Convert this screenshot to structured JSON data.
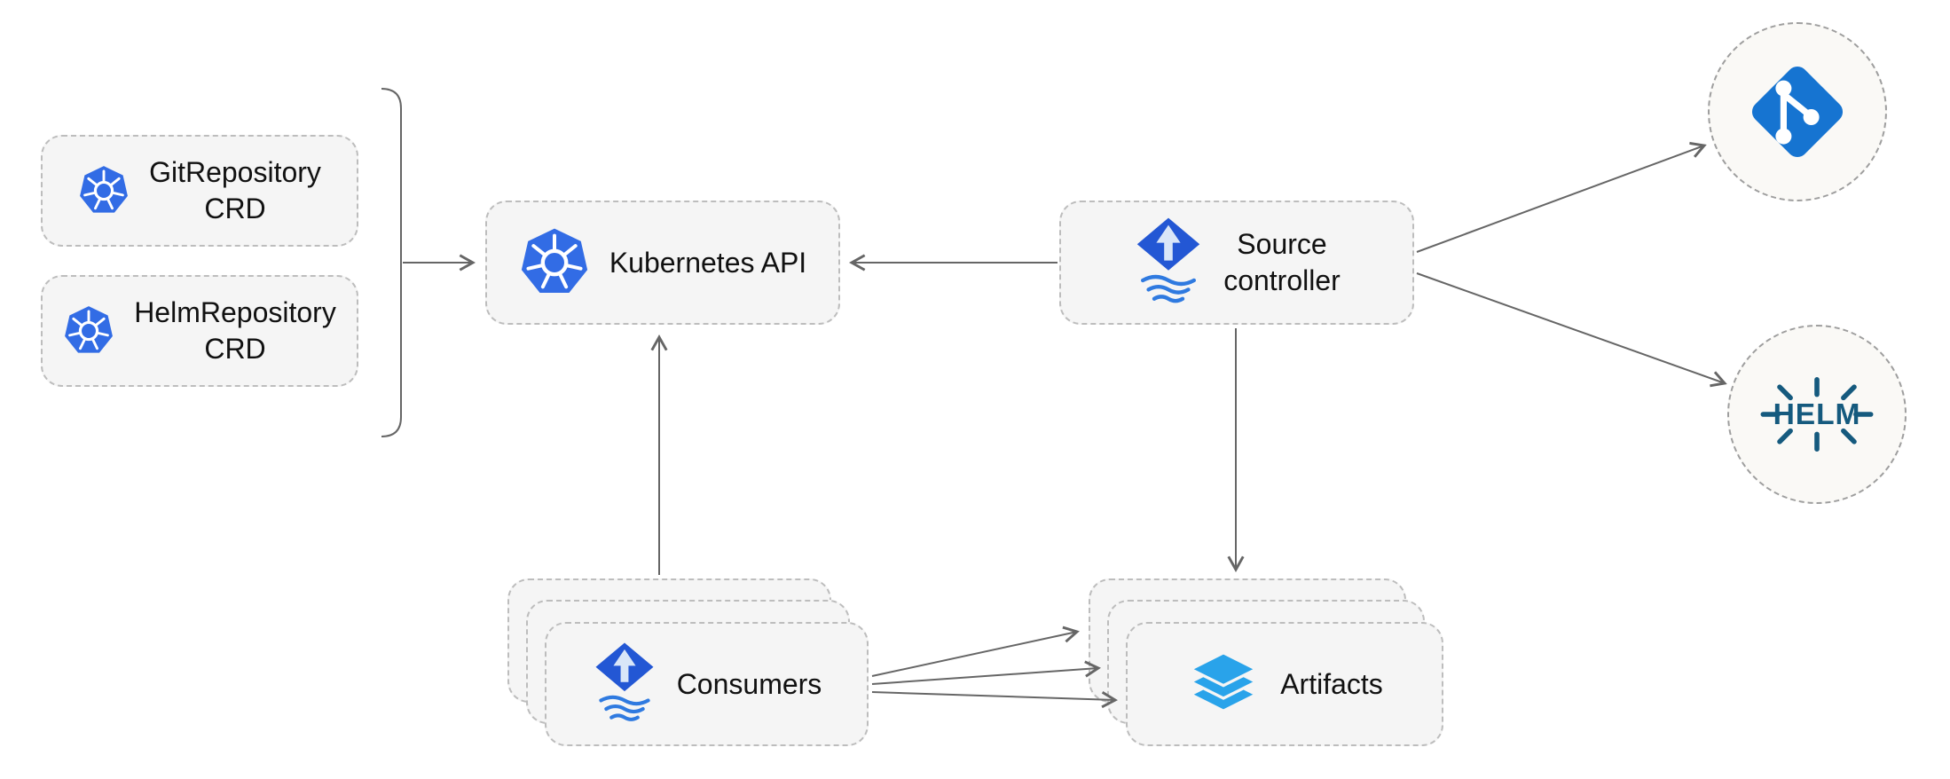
{
  "diagram": {
    "nodes": {
      "git_repository_crd": {
        "line1": "GitRepository",
        "line2": "CRD",
        "icon": "kubernetes-icon"
      },
      "helm_repository_crd": {
        "line1": "HelmRepository",
        "line2": "CRD",
        "icon": "kubernetes-icon"
      },
      "kubernetes_api": {
        "label": "Kubernetes API",
        "icon": "kubernetes-icon"
      },
      "source_controller": {
        "line1": "Source",
        "line2": "controller",
        "icon": "flux-source-icon"
      },
      "consumers": {
        "label": "Consumers",
        "icon": "flux-source-icon",
        "stacked": 3
      },
      "artifacts": {
        "label": "Artifacts",
        "icon": "artifacts-layers-icon",
        "stacked": 3
      },
      "git_endpoint": {
        "icon": "git-icon"
      },
      "helm_endpoint": {
        "label": "HELM",
        "icon": "helm-icon"
      }
    },
    "edges": [
      {
        "from": "crd-group",
        "to": "kubernetes-api",
        "style": "arrow"
      },
      {
        "from": "source-controller",
        "to": "kubernetes-api",
        "style": "arrow"
      },
      {
        "from": "source-controller",
        "to": "git-endpoint",
        "style": "arrow"
      },
      {
        "from": "source-controller",
        "to": "helm-endpoint",
        "style": "arrow"
      },
      {
        "from": "source-controller",
        "to": "artifacts",
        "style": "arrow"
      },
      {
        "from": "consumers",
        "to": "kubernetes-api",
        "style": "arrow"
      },
      {
        "from": "consumers",
        "to": "artifacts",
        "style": "arrow"
      },
      {
        "from": "consumers",
        "to": "artifacts",
        "style": "arrow"
      },
      {
        "from": "consumers",
        "to": "artifacts",
        "style": "arrow"
      }
    ],
    "colors": {
      "kubernetes_blue": "#326ce5",
      "flux_blue": "#2357d4",
      "flux_wave_blue": "#2f7ae0",
      "artifact_blue": "#29a3ea",
      "git_blue": "#1674d1",
      "helm_navy": "#155a7e",
      "box_fill": "#f5f5f5",
      "box_border": "#bdbdbd",
      "endpoint_fill": "#faf9f6",
      "arrow_gray": "#666666",
      "text": "#111111",
      "background": "#ffffff"
    }
  }
}
